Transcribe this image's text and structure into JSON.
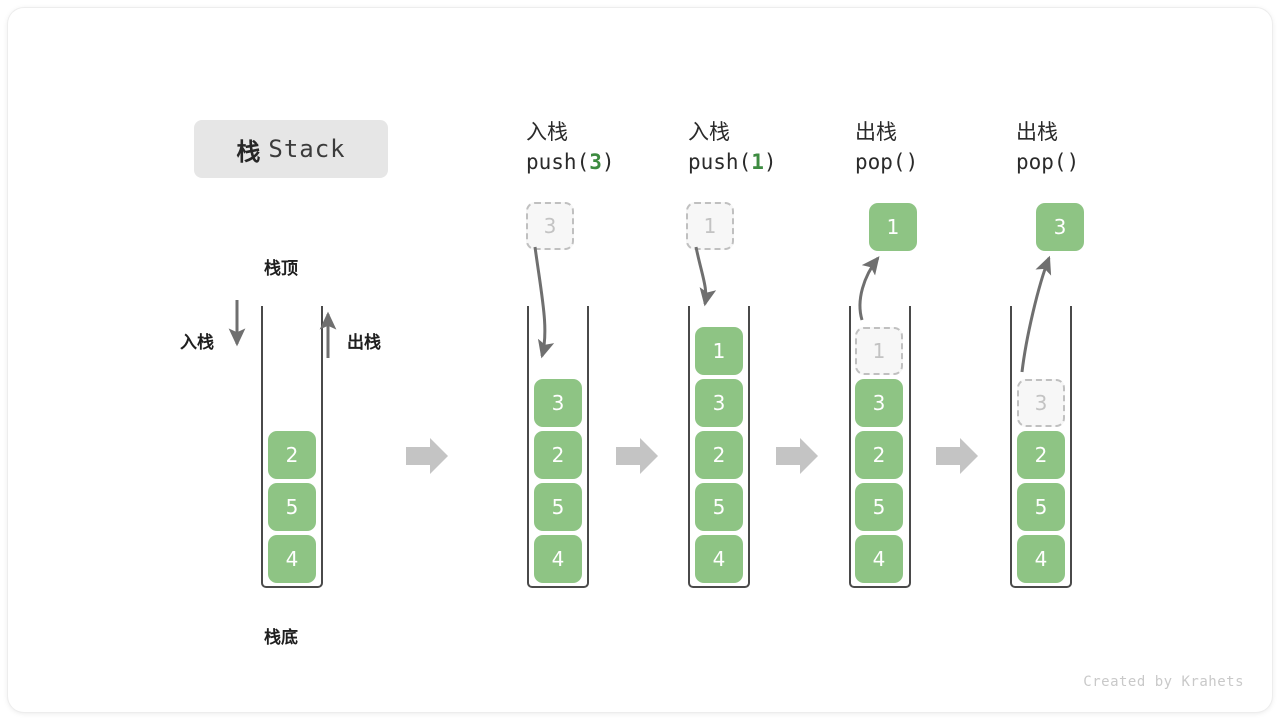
{
  "title": {
    "cn": "栈",
    "en": "Stack"
  },
  "left_diagram": {
    "top_caption": "栈顶",
    "bottom_caption": "栈底",
    "push_label": "入栈",
    "pop_label": "出栈",
    "cells": [
      "2",
      "5",
      "4"
    ]
  },
  "steps": [
    {
      "name": "push-3",
      "op_cn": "入栈",
      "op_fn": "push(",
      "op_arg": "3",
      "op_fn_close": ")",
      "ghost_above": "3",
      "ghost_above_visible": true,
      "popped": null,
      "cells": [
        {
          "value": "3",
          "style": "solid"
        },
        {
          "value": "2",
          "style": "solid"
        },
        {
          "value": "5",
          "style": "solid"
        },
        {
          "value": "4",
          "style": "solid"
        }
      ]
    },
    {
      "name": "push-1",
      "op_cn": "入栈",
      "op_fn": "push(",
      "op_arg": "1",
      "op_fn_close": ")",
      "ghost_above": "1",
      "ghost_above_visible": true,
      "popped": null,
      "cells": [
        {
          "value": "1",
          "style": "solid"
        },
        {
          "value": "3",
          "style": "solid"
        },
        {
          "value": "2",
          "style": "solid"
        },
        {
          "value": "5",
          "style": "solid"
        },
        {
          "value": "4",
          "style": "solid"
        }
      ]
    },
    {
      "name": "pop-1",
      "op_cn": "出栈",
      "op_fn": "pop(",
      "op_arg": "",
      "op_fn_close": ")",
      "ghost_above": null,
      "ghost_above_visible": false,
      "popped": "1",
      "cells": [
        {
          "value": "1",
          "style": "ghost"
        },
        {
          "value": "3",
          "style": "solid"
        },
        {
          "value": "2",
          "style": "solid"
        },
        {
          "value": "5",
          "style": "solid"
        },
        {
          "value": "4",
          "style": "solid"
        }
      ]
    },
    {
      "name": "pop-2",
      "op_cn": "出栈",
      "op_fn": "pop(",
      "op_arg": "",
      "op_fn_close": ")",
      "ghost_above": null,
      "ghost_above_visible": false,
      "popped": "3",
      "cells": [
        {
          "value": "3",
          "style": "ghost"
        },
        {
          "value": "2",
          "style": "solid"
        },
        {
          "value": "5",
          "style": "solid"
        },
        {
          "value": "4",
          "style": "solid"
        }
      ]
    }
  ],
  "watermark": "Created by Krahets",
  "colors": {
    "green_fill": "#8ec484",
    "green_text": "#3d8b40",
    "badge_bg": "#e6e6e6",
    "stack_border": "#4a4a4a",
    "ghost_border": "#c0c0c0",
    "arrow_gray": "#c4c4c4",
    "curve_gray": "#6f6f6f"
  }
}
